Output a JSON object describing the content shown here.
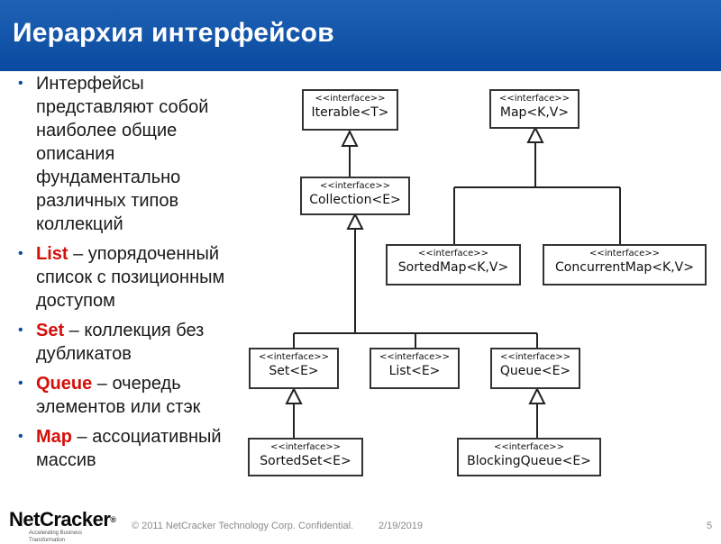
{
  "slide": {
    "title": "Иерархия интерфейсов",
    "bullets": [
      {
        "lines": [
          "Интерфейсы",
          "представляют собой",
          "наиболее общие",
          "описания",
          "фундаментально",
          "различных типов",
          "коллекций"
        ]
      },
      {
        "keyword": "List",
        "lines": [
          " – упорядоченный",
          "список с позиционным",
          "доступом"
        ]
      },
      {
        "keyword": "Set",
        "lines": [
          " – коллекция без",
          "дубликатов"
        ]
      },
      {
        "keyword": "Queue",
        "lines": [
          " – очередь",
          "элементов или стэк"
        ]
      },
      {
        "keyword": "Map",
        "lines": [
          " – ассоциативный",
          "массив"
        ]
      }
    ]
  },
  "diagram": {
    "stereotype": "<<interface>>",
    "nodes": {
      "iterable": "Iterable<T>",
      "map": "Map<K,V>",
      "collection": "Collection<E>",
      "sortedmap": "SortedMap<K,V>",
      "concurrentmap": "ConcurrentMap<K,V>",
      "set": "Set<E>",
      "list": "List<E>",
      "queue": "Queue<E>",
      "sortedset": "SortedSet<E>",
      "blockingqueue": "BlockingQueue<E>"
    }
  },
  "footer": {
    "copyright": "© 2011 NetCracker Technology Corp. Confidential.",
    "date": "2/19/2019",
    "page": "5",
    "logo": "NetCracker",
    "logo_mark": "®",
    "logo_tagline": "Accelerating Business Transformation"
  },
  "colors": {
    "header": "#0a4aa0",
    "keyword": "#d2110a"
  }
}
